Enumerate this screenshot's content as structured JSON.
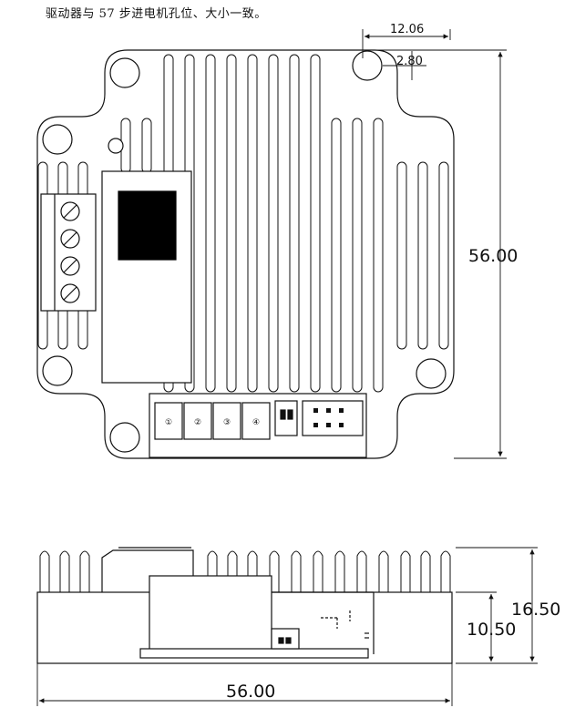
{
  "caption": "驱动器与 57 步进电机孔位、大小一致。",
  "top_view": {
    "dim_height": "56.00",
    "dim_hole_offset": "12.06",
    "dim_hole_radius": "2.80",
    "connector_pin_labels": [
      "①",
      "②",
      "③",
      "④"
    ]
  },
  "side_view": {
    "dim_width": "56.00",
    "dim_total_height": "16.50",
    "dim_board_height": "10.50"
  }
}
